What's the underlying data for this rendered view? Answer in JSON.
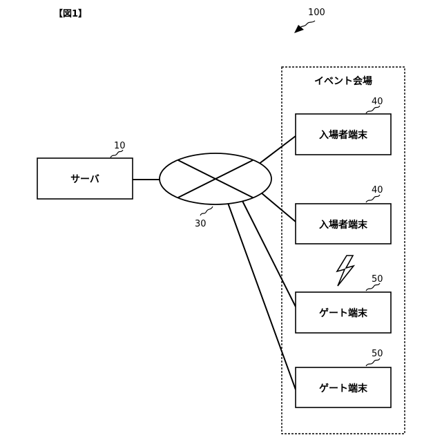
{
  "figure_label": "【図1】",
  "system_ref": "100",
  "venue": {
    "label": "イベント会場"
  },
  "server": {
    "label": "サーバ",
    "ref": "10"
  },
  "network": {
    "ref": "30"
  },
  "terminals": [
    {
      "label": "入場者端末",
      "ref": "40"
    },
    {
      "label": "入場者端末",
      "ref": "40"
    },
    {
      "label": "ゲート端末",
      "ref": "50"
    },
    {
      "label": "ゲート端末",
      "ref": "50"
    }
  ]
}
